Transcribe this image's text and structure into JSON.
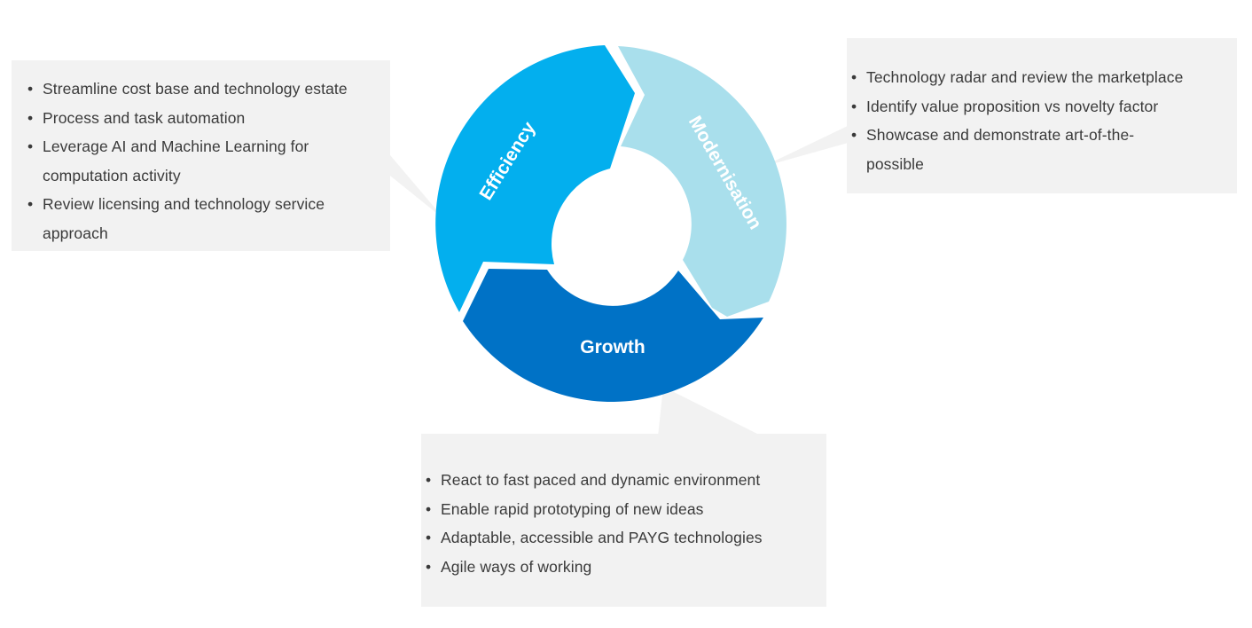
{
  "segments": {
    "efficiency": {
      "label": "Efficiency",
      "color": "#03afee"
    },
    "modernisation": {
      "label": "Modernisation",
      "color": "#a9dfec"
    },
    "growth": {
      "label": "Growth",
      "color": "#0072c6"
    }
  },
  "callouts": {
    "efficiency": {
      "items": [
        "Streamline cost base and technology estate",
        "Process and task automation",
        "Leverage AI and Machine Learning for computation activity",
        "Review licensing and technology service approach"
      ]
    },
    "modernisation": {
      "items": [
        "Technology radar and review the marketplace",
        "Identify value proposition vs novelty factor",
        "Showcase and demonstrate art-of-the-possible"
      ]
    },
    "growth": {
      "items": [
        "React to fast paced and dynamic environment",
        "Enable rapid prototyping of new ideas",
        "Adaptable, accessible and PAYG technologies",
        "Agile ways of working"
      ]
    }
  }
}
